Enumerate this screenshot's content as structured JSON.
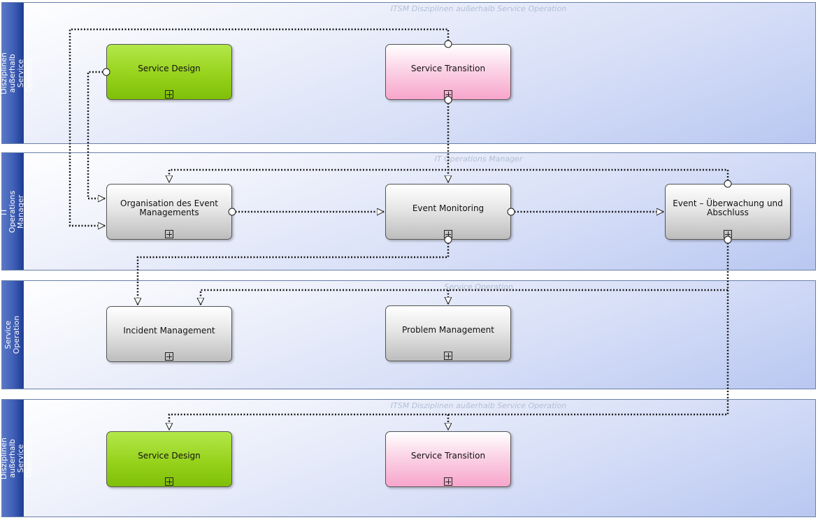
{
  "lanes": [
    {
      "header": "ITSM Disziplinen außerhalb\nService Operation",
      "watermark": "ITSM Disziplinen außerhalb Service Operation"
    },
    {
      "header": "IT Operations Manager",
      "watermark": "IT Operations Manager"
    },
    {
      "header": "Service Operation",
      "watermark": "Service Operation"
    },
    {
      "header": "ITSM Disziplinen außerhalb\nService Operation",
      "watermark": "ITSM Disziplinen außerhalb Service Operation"
    }
  ],
  "nodes": {
    "service_design_top": "Service Design",
    "service_transition_top": "Service Transition",
    "organisation_event": "Organisation des Event\nManagements",
    "event_monitoring": "Event Monitoring",
    "event_ueberwachung": "Event – Überwachung und\nAbschluss",
    "incident_management": "Incident Management",
    "problem_management": "Problem Management",
    "service_design_bottom": "Service Design",
    "service_transition_bottom": "Service Transition"
  },
  "colors": {
    "lane_header": "#3f5fb6",
    "node_green": "#97d21c",
    "node_pink": "#f7a5cb",
    "node_grey": "#d0d0d0",
    "connector": "#1a1a1a"
  }
}
